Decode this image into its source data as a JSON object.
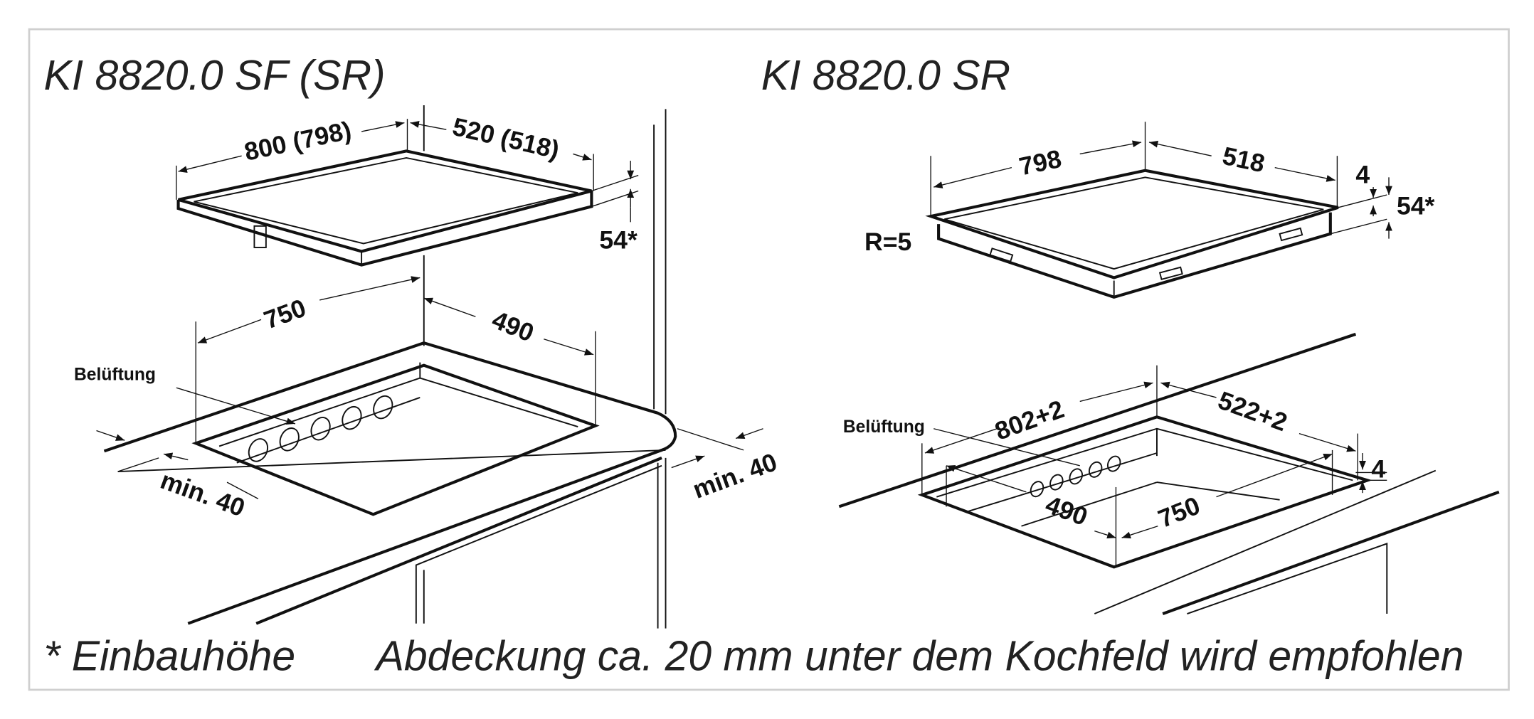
{
  "titles": {
    "left": "KI 8820.0 SF (SR)",
    "right": "KI 8820.0 SR"
  },
  "left_diagram": {
    "width": "800 (798)",
    "depth": "520 (518)",
    "height": "54*",
    "cutout_width": "750",
    "cutout_depth": "490",
    "ventilation": "Belüftung",
    "min_left": "min. 40",
    "min_right": "min. 40"
  },
  "right_diagram": {
    "width": "798",
    "depth": "518",
    "rim": "4",
    "height": "54*",
    "radius": "R=5",
    "recess_width": "802+2",
    "recess_depth": "522+2",
    "recess_height": "4",
    "ventilation": "Belüftung",
    "cutout_depth": "490",
    "cutout_width": "750"
  },
  "footer": {
    "note": "* Einbauhöhe",
    "recommendation": "Abdeckung ca. 20 mm unter dem Kochfeld wird empfohlen"
  }
}
